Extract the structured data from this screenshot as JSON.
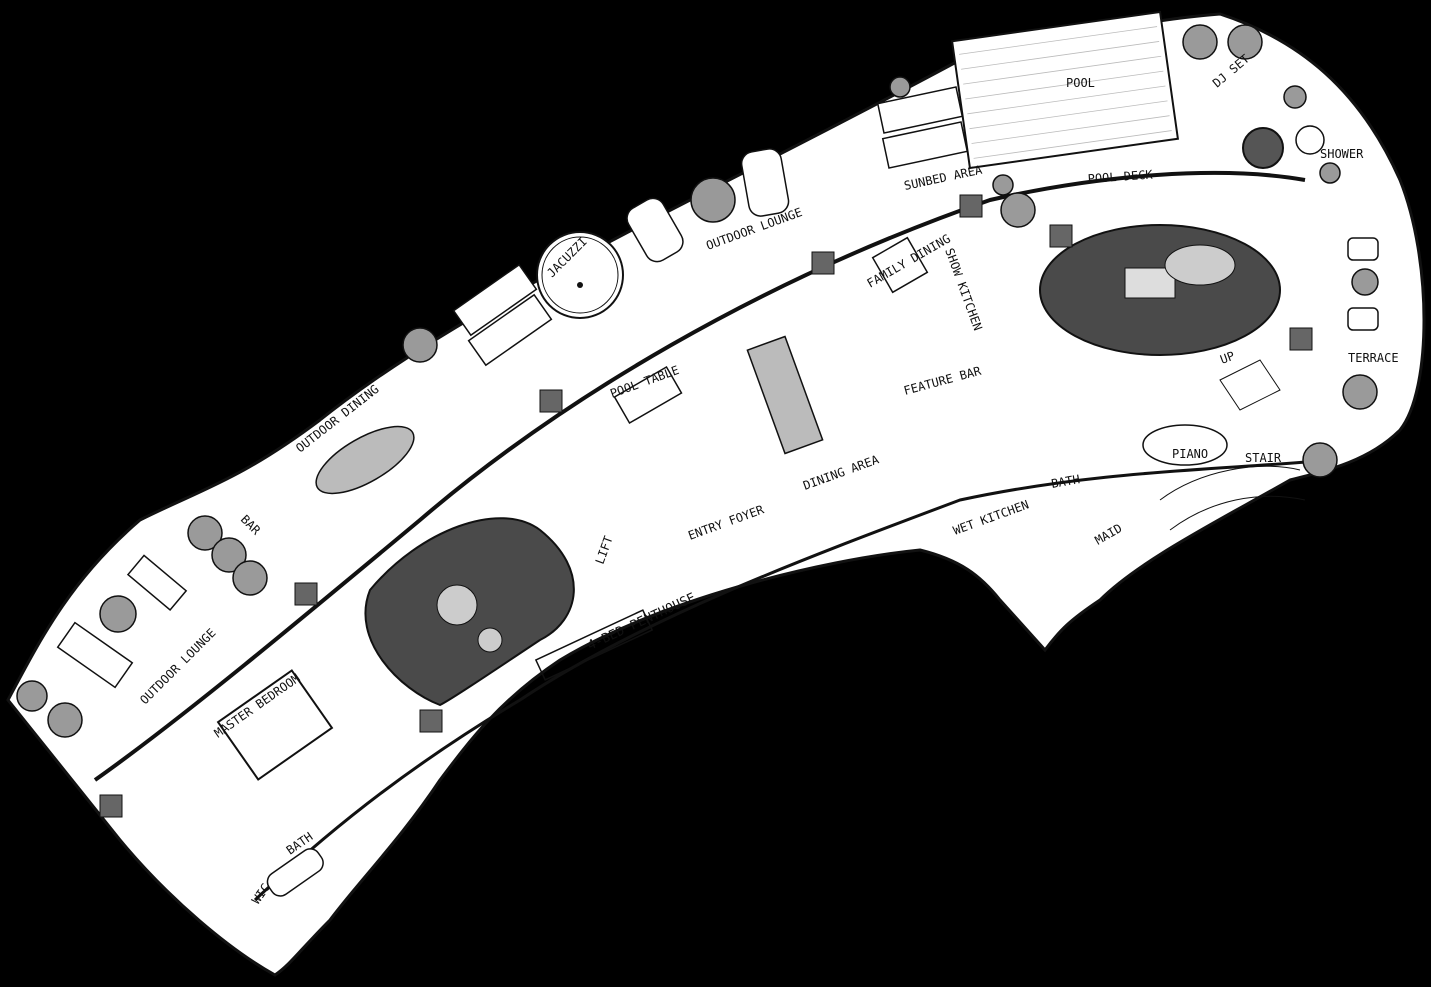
{
  "plan": {
    "title": "4-BED PENTHOUSE",
    "colors": {
      "background": "#000000",
      "floor": "#ffffff",
      "line": "#111111",
      "planting": "#555555"
    },
    "rooms": [
      {
        "id": "pool",
        "label": "POOL"
      },
      {
        "id": "pool-deck",
        "label": "POOL DECK"
      },
      {
        "id": "sunbed-area",
        "label": "SUNBED AREA"
      },
      {
        "id": "shower",
        "label": "SHOWER"
      },
      {
        "id": "terrace",
        "label": "TERRACE"
      },
      {
        "id": "jacuzzi",
        "label": "JACUZZI"
      },
      {
        "id": "outdoor-lounge-1",
        "label": "OUTDOOR LOUNGE"
      },
      {
        "id": "outdoor-lounge-2",
        "label": "OUTDOOR LOUNGE"
      },
      {
        "id": "outdoor-dining",
        "label": "OUTDOOR DINING"
      },
      {
        "id": "bar",
        "label": "BAR"
      },
      {
        "id": "family-dining",
        "label": "FAMILY DINING"
      },
      {
        "id": "show-kitchen",
        "label": "SHOW KITCHEN"
      },
      {
        "id": "feature-bar",
        "label": "FEATURE BAR"
      },
      {
        "id": "pool-table",
        "label": "POOL TABLE"
      },
      {
        "id": "dining-area",
        "label": "DINING AREA"
      },
      {
        "id": "entry-foyer",
        "label": "ENTRY FOYER"
      },
      {
        "id": "lift",
        "label": "LIFT"
      },
      {
        "id": "wet-kitchen",
        "label": "WET KITCHEN"
      },
      {
        "id": "bath-maid",
        "label": "BATH"
      },
      {
        "id": "maid",
        "label": "MAID"
      },
      {
        "id": "piano",
        "label": "PIANO"
      },
      {
        "id": "stair",
        "label": "STAIR"
      },
      {
        "id": "up",
        "label": "UP"
      },
      {
        "id": "dj-set",
        "label": "DJ SET"
      },
      {
        "id": "master-bedroom",
        "label": "MASTER BEDROOM"
      },
      {
        "id": "bath-master",
        "label": "BATH"
      },
      {
        "id": "wic",
        "label": "WIC"
      }
    ]
  }
}
